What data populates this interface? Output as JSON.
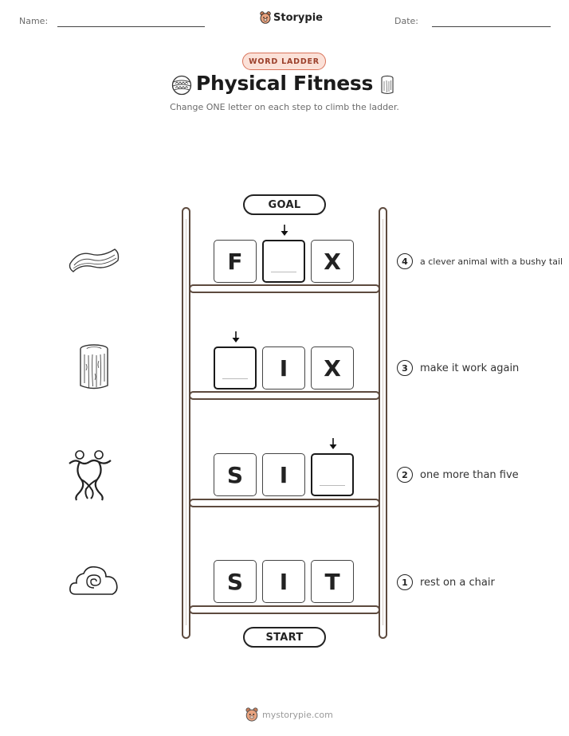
{
  "header": {
    "name_label": "Name:",
    "date_label": "Date:",
    "brand": "Storypie"
  },
  "badge": "WORD LADDER",
  "title": "Physical Fitness",
  "subtitle": "Change ONE letter on each step to climb the ladder.",
  "goal_label": "GOAL",
  "start_label": "START",
  "rungs": [
    {
      "step": "4",
      "tiles": [
        "F",
        "",
        "X"
      ],
      "clue": "a clever animal with a bushy tail",
      "picture_icon": "bacon-strip-icon"
    },
    {
      "step": "3",
      "tiles": [
        "",
        "I",
        "X"
      ],
      "clue": "make it work again",
      "picture_icon": "tree-stump-icon"
    },
    {
      "step": "2",
      "tiles": [
        "S",
        "I",
        ""
      ],
      "clue": "one more than five",
      "picture_icon": "dancing-figures-icon"
    },
    {
      "step": "1",
      "tiles": [
        "S",
        "I",
        "T"
      ],
      "clue": "rest on a chair",
      "picture_icon": "cloud-swirl-icon"
    }
  ],
  "footer": "mystorypie.com",
  "colors": {
    "badge_border": "#d9735a",
    "badge_fill": "#fbe1d8",
    "ladder_wood": "#6b5446"
  }
}
